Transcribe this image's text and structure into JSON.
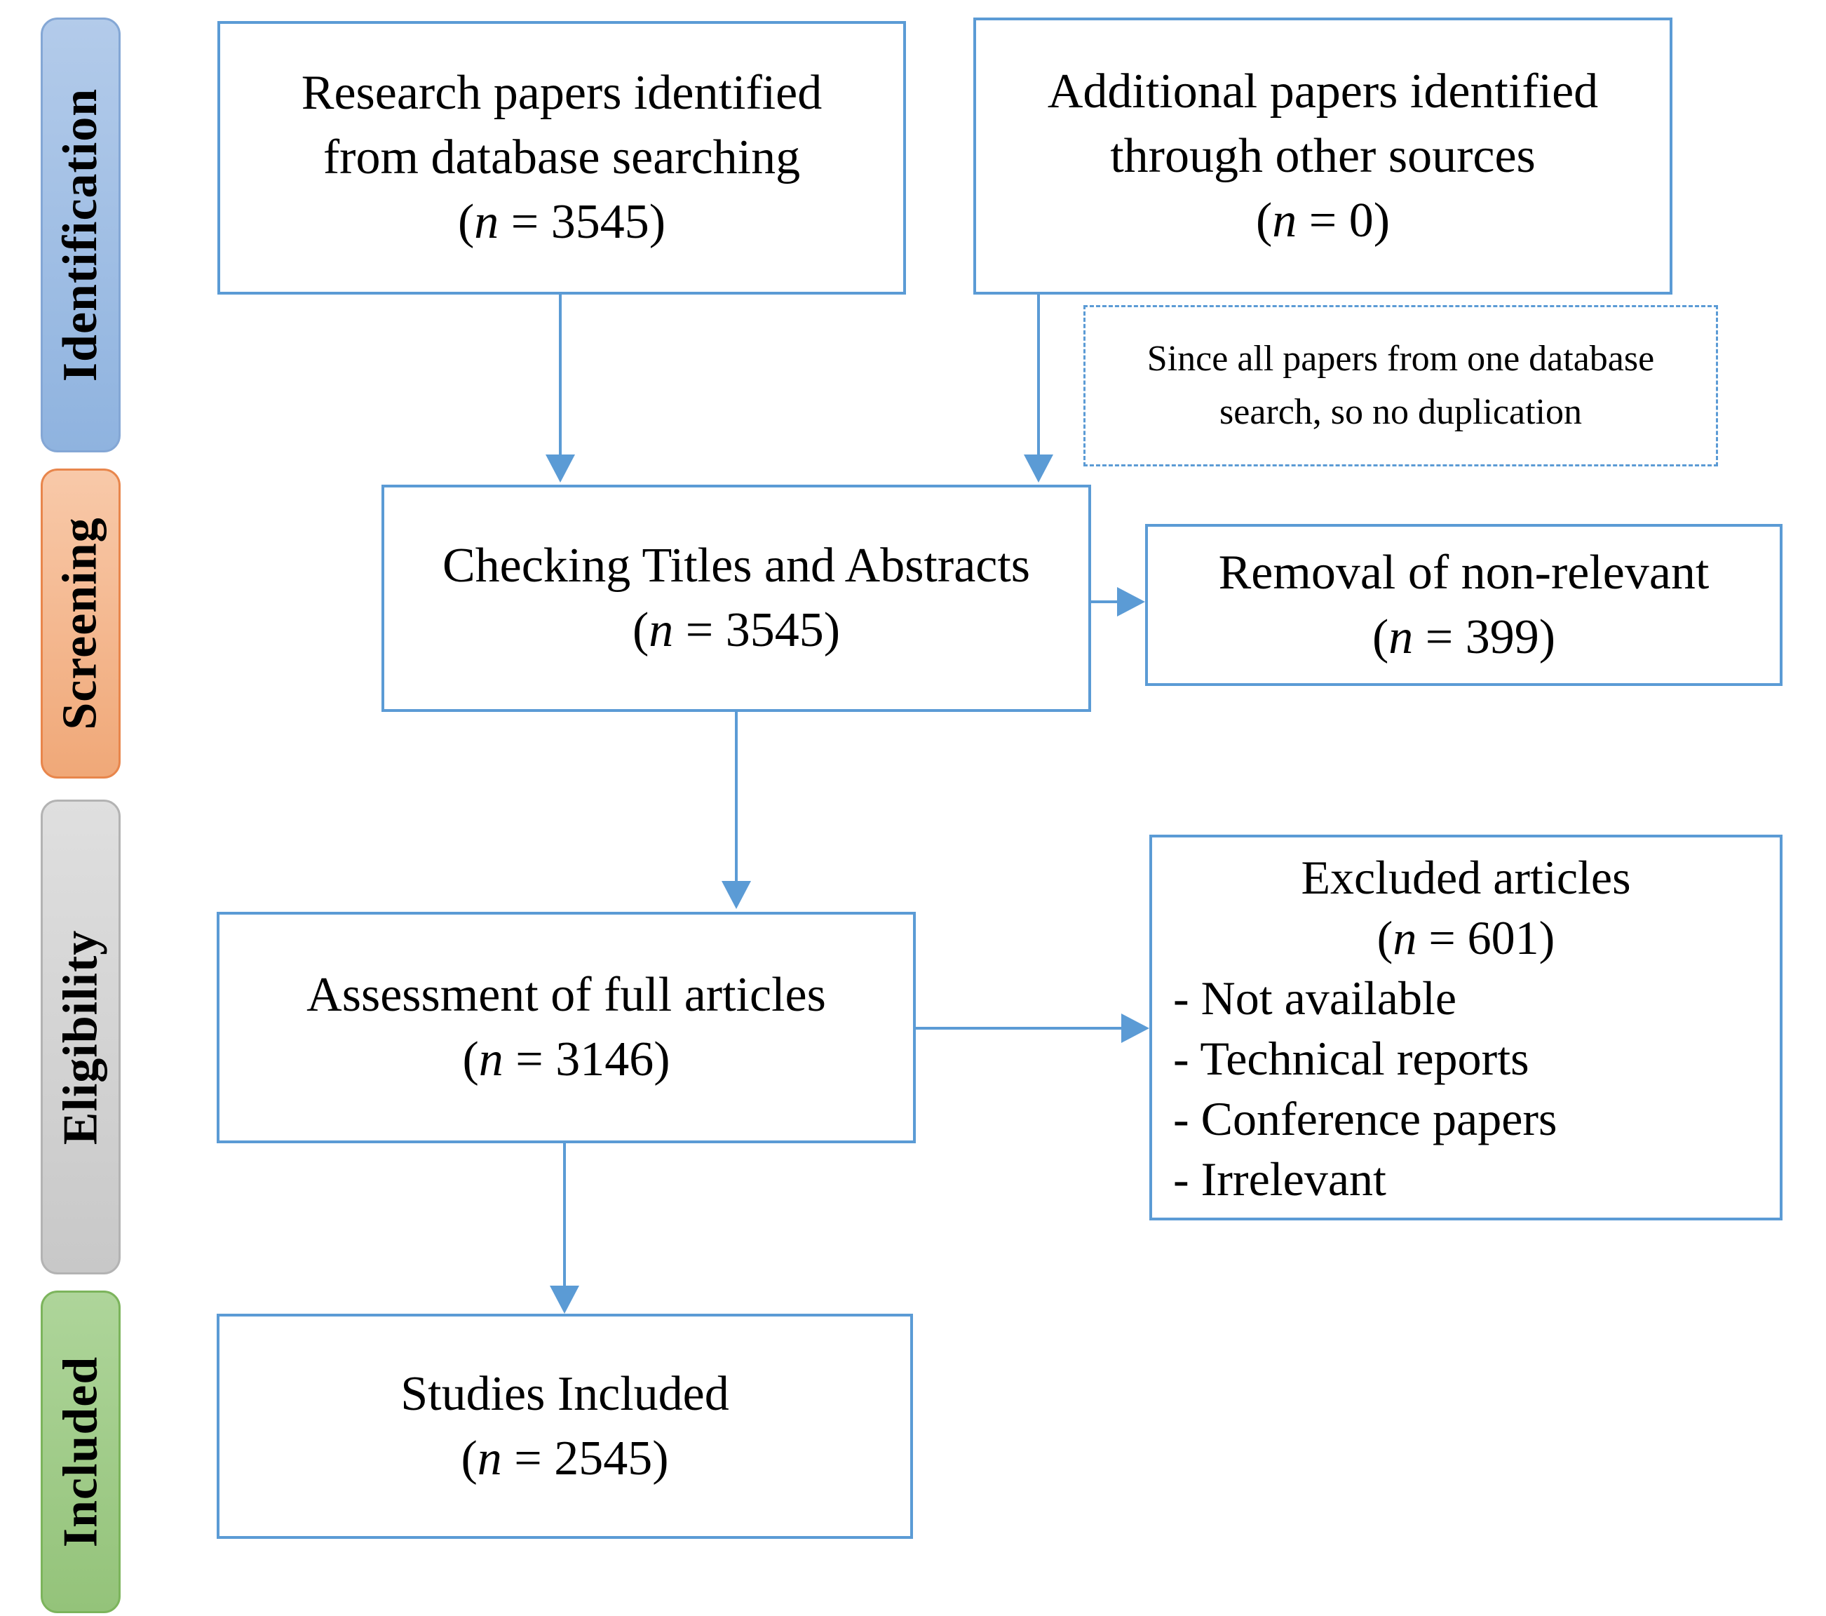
{
  "sidebar": {
    "items": [
      {
        "id": "identification",
        "label": "Identification"
      },
      {
        "id": "screening",
        "label": "Screening"
      },
      {
        "id": "eligibility",
        "label": "Eligibility"
      },
      {
        "id": "included",
        "label": "Included"
      }
    ]
  },
  "boxes": {
    "research": {
      "line1": "Research papers identified",
      "line2": "from database searching",
      "count": "(n = 3545)"
    },
    "additional": {
      "line1": "Additional papers identified",
      "line2": "through other sources",
      "count": "(n = 0)"
    },
    "note": {
      "line1": "Since all papers from one database",
      "line2": "search, so no duplication"
    },
    "checking": {
      "line1": "Checking Titles and Abstracts",
      "count": "(n = 3545)"
    },
    "removal": {
      "line1": "Removal of non-relevant",
      "count": "(n = 399)"
    },
    "assessment": {
      "line1": "Assessment of full articles",
      "count": "(n = 3146)"
    },
    "excluded": {
      "line1": "Excluded articles",
      "count": "(n = 601)",
      "items": [
        "- Not available",
        "- Technical reports",
        "- Conference papers",
        "- Irrelevant"
      ]
    },
    "studies": {
      "line1": "Studies Included",
      "count": "(n = 2545)"
    }
  },
  "colors": {
    "box_border": "#5B9BD5",
    "arrow": "#5B9BD5",
    "identification_fill": "#9BBBE3",
    "identification_border": "#84A7D5",
    "screening_fill": "#F4B88F",
    "screening_border": "#E8864C",
    "eligibility_fill": "#D3D3D3",
    "eligibility_border": "#B3B3B3",
    "included_fill": "#9FCB87",
    "included_border": "#7CB45C"
  }
}
